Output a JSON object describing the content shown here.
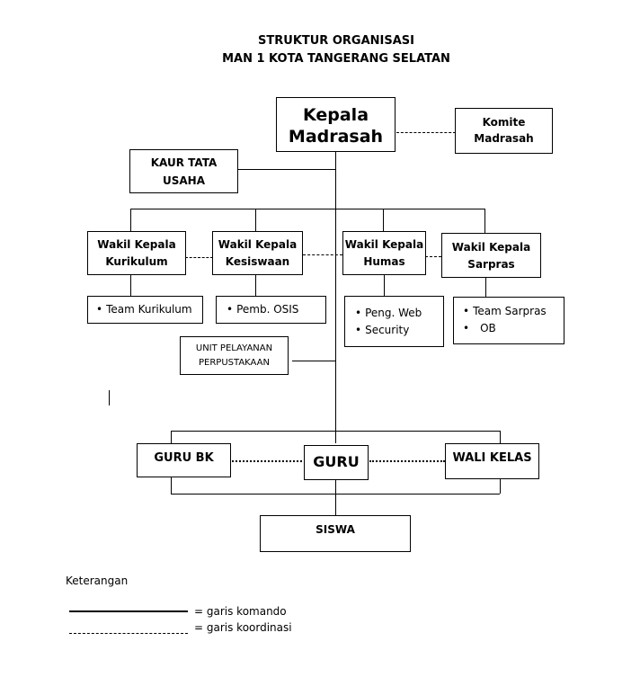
{
  "title": {
    "line1": "STRUKTUR ORGANISASI",
    "line2": "MAN 1 KOTA TANGERANG SELATAN"
  },
  "nodes": {
    "kepala": {
      "line1": "Kepala",
      "line2": "Madrasah"
    },
    "komite": {
      "line1": "Komite",
      "line2": "Madrasah"
    },
    "kaur": {
      "line1": "KAUR TATA",
      "line2": "USAHA"
    },
    "waka_kurikulum": {
      "line1": "Wakil Kepala",
      "line2": "Kurikulum"
    },
    "waka_kesiswaan": {
      "line1": "Wakil Kepala",
      "line2": "Kesiswaan"
    },
    "waka_humas": {
      "line1": "Wakil Kepala",
      "line2": "Humas"
    },
    "waka_sarpras": {
      "line1": "Wakil Kepala",
      "line2": "Sarpras"
    },
    "perpustakaan": {
      "line1": "UNIT PELAYANAN",
      "line2": "PERPUSTAKAAN"
    },
    "guru_bk": {
      "label": "GURU BK"
    },
    "guru": {
      "label": "GURU"
    },
    "wali_kelas": {
      "label": "WALI KELAS"
    },
    "siswa": {
      "label": "SISWA"
    }
  },
  "sub_units": {
    "kurikulum": [
      "Team Kurikulum"
    ],
    "kesiswaan": [
      "Pemb. OSIS"
    ],
    "humas": [
      "Peng. Web",
      "Security"
    ],
    "sarpras": [
      "Team Sarpras",
      "OB"
    ]
  },
  "legend": {
    "heading": "Keterangan",
    "solid": "=  garis komando",
    "dashed": "=  garis koordinasi"
  }
}
